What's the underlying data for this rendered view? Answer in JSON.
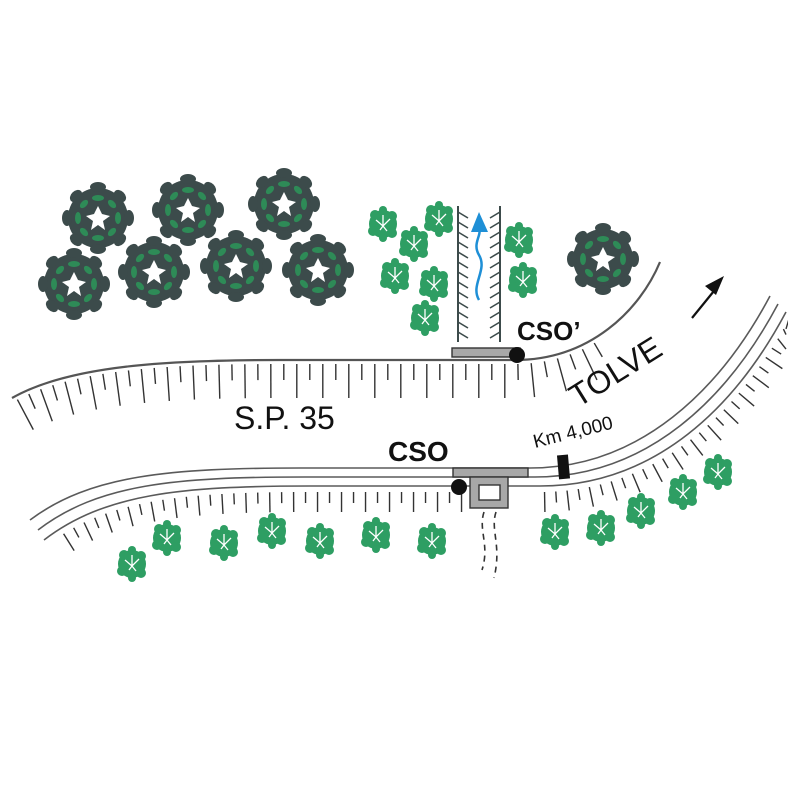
{
  "labels": {
    "road": "S.P. 35",
    "cso_main": "CSO",
    "cso_prime": "CSO’",
    "kilometre": "Km 4,000",
    "direction": "TOLVE"
  },
  "colors": {
    "background": "#ffffff",
    "line": "#333333",
    "structure_fill": "#a8a8a8",
    "large_tree_outer": "#3c4b4b",
    "large_tree_leaf": "#2e8b57",
    "shrub": "#2e9e63",
    "shrub_vein": "#ffffff",
    "flow_arrow": "#1e8fd6"
  },
  "icons": {
    "large_tree": "tree-icon",
    "shrub": "shrub-icon",
    "overflow_structure": "overflow-chamber-icon",
    "kilometre_marker": "kilometre-post-icon",
    "direction_arrow": "arrow-northeast-icon",
    "flow_arrow": "water-flow-icon"
  }
}
